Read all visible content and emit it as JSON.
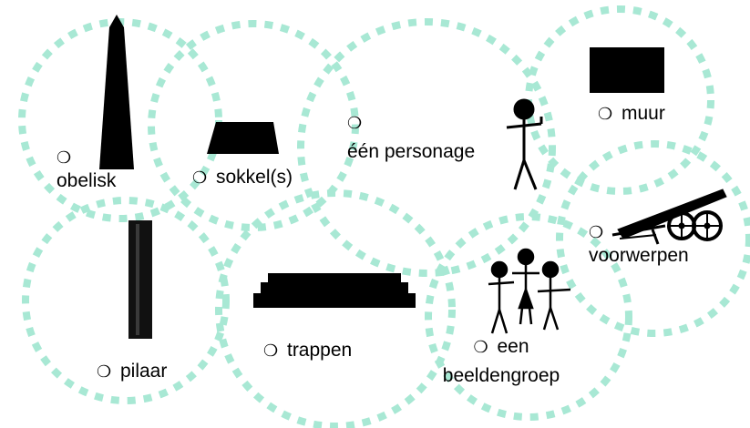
{
  "colors": {
    "circle_dash": "#a8e8d4",
    "ink": "#000000"
  },
  "bullet": "❍",
  "options": [
    {
      "id": "obelisk",
      "label": "obelisk",
      "icon": "obelisk-icon"
    },
    {
      "id": "sokkel",
      "label": "sokkel(s)",
      "icon": "pedestal-icon"
    },
    {
      "id": "personage",
      "label": "één personage",
      "icon": "stick-figure-icon"
    },
    {
      "id": "muur",
      "label": "muur",
      "icon": "wall-icon"
    },
    {
      "id": "voorwerpen",
      "label": "voorwerpen",
      "icon": "cannon-icon"
    },
    {
      "id": "pilaar",
      "label": "pilaar",
      "icon": "pillar-icon"
    },
    {
      "id": "trappen",
      "label": "trappen",
      "icon": "stairs-icon"
    },
    {
      "id": "beeldengroep",
      "label_line1": "een",
      "label_line2": "beeldengroep",
      "icon": "figure-group-icon"
    }
  ]
}
